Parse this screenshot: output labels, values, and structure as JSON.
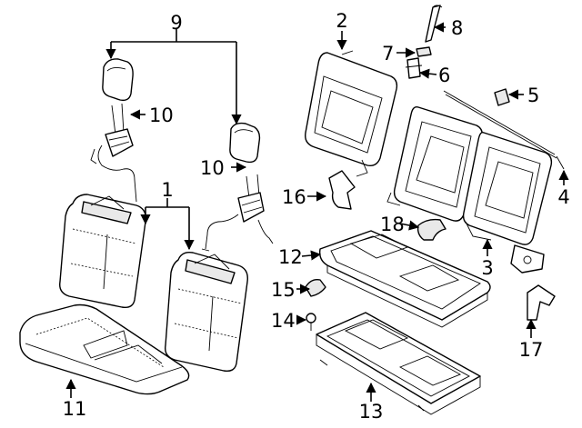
{
  "callouts": [
    {
      "id": "c1",
      "text": "1"
    },
    {
      "id": "c2",
      "text": "2"
    },
    {
      "id": "c3",
      "text": "3"
    },
    {
      "id": "c4",
      "text": "4"
    },
    {
      "id": "c5",
      "text": "5"
    },
    {
      "id": "c6",
      "text": "6"
    },
    {
      "id": "c7",
      "text": "7"
    },
    {
      "id": "c8",
      "text": "8"
    },
    {
      "id": "c9",
      "text": "9"
    },
    {
      "id": "c10a",
      "text": "10"
    },
    {
      "id": "c10b",
      "text": "10"
    },
    {
      "id": "c11",
      "text": "11"
    },
    {
      "id": "c12",
      "text": "12"
    },
    {
      "id": "c13",
      "text": "13"
    },
    {
      "id": "c14",
      "text": "14"
    },
    {
      "id": "c15",
      "text": "15"
    },
    {
      "id": "c16",
      "text": "16"
    },
    {
      "id": "c17",
      "text": "17"
    },
    {
      "id": "c18",
      "text": "18"
    }
  ]
}
